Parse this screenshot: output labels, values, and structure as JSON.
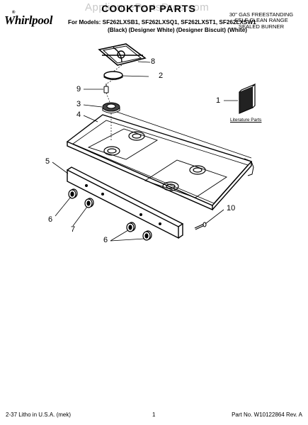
{
  "brand": {
    "logo_text": "Whirlpool",
    "trademark": "®"
  },
  "watermark": "AppliancePartsPros.com",
  "title": "COOKTOP PARTS",
  "models_line": "For Models: SF262LXSB1, SF262LXSQ1, SF262LXST1, SF262LXSW1",
  "variants_line": "(Black)    (Designer White) (Designer Biscuit) (White)",
  "description": [
    "30\" GAS FREESTANDING",
    "SELF CLEAN RANGE",
    "SEALED BURNER"
  ],
  "callouts": {
    "c1": "1",
    "c2": "2",
    "c3": "3",
    "c4": "4",
    "c5": "5",
    "c6a": "6",
    "c6b": "6",
    "c7": "7",
    "c8": "8",
    "c9": "9",
    "c10": "10"
  },
  "literature_label": "Literature Parts",
  "footer": {
    "left": "2-37 Litho in U.S.A. (mek)",
    "center": "1",
    "right": "Part No. W10122864 Rev. A"
  },
  "colors": {
    "line": "#000000",
    "watermark": "#c8c8c8"
  }
}
